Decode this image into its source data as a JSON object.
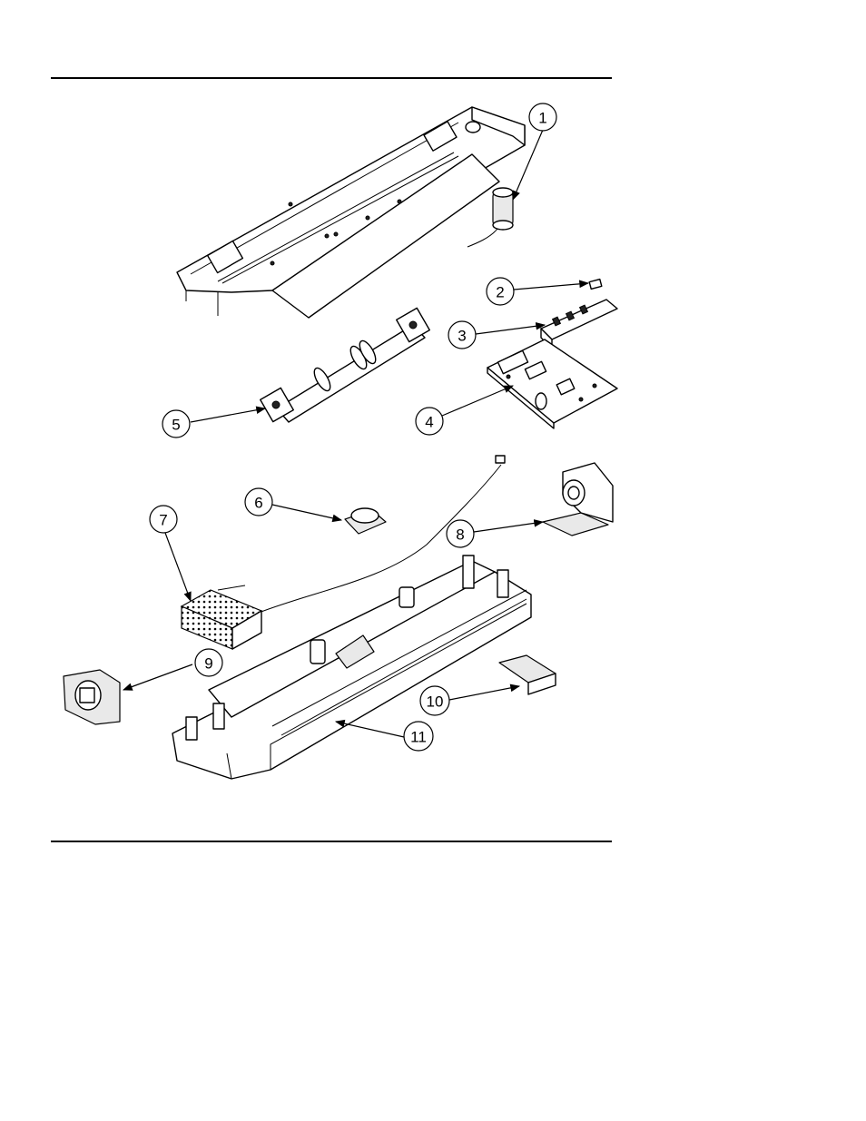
{
  "callouts": [
    "1",
    "2",
    "3",
    "4",
    "5",
    "6",
    "7",
    "8",
    "9",
    "10",
    "11"
  ],
  "colors": {
    "line": "#000000",
    "background": "#ffffff",
    "shade": "#e9e9e9"
  }
}
